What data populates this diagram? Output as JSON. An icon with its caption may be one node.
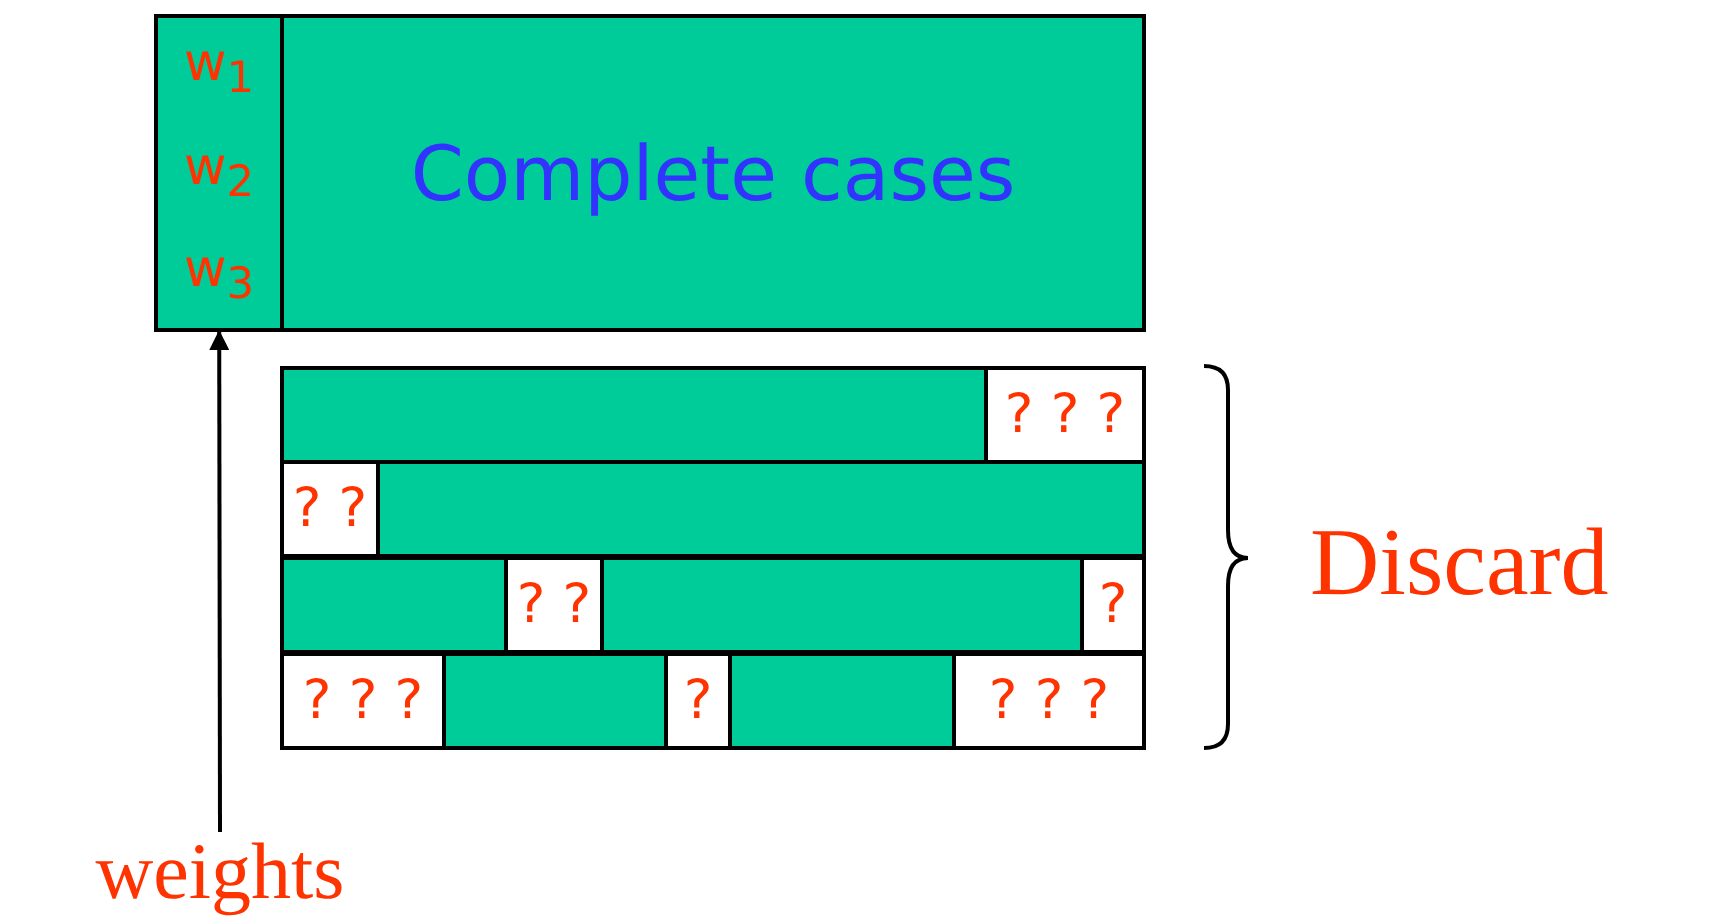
{
  "diagram": {
    "nodes": [
      {
        "text": [
          "w$_{1}$",
          "w$_{2}$",
          "w$_{3}$"
        ]
      },
      {
        "text": [
          "Complete cases"
        ]
      },
      {
        "text": [],
        "shape": "box"
      },
      {
        "text": [
          "? ? ?"
        ]
      },
      {
        "text": [
          "? ?"
        ]
      },
      {
        "text": [],
        "shape": "box"
      },
      {
        "text": [],
        "shape": "box"
      },
      {
        "text": [
          "? ?"
        ]
      },
      {
        "text": [],
        "shape": "box"
      },
      {
        "text": [
          "?"
        ]
      },
      {
        "text": [
          "? ? ?"
        ]
      },
      {
        "text": [],
        "shape": "box"
      },
      {
        "text": [
          "?"
        ]
      },
      {
        "text": [],
        "shape": "box"
      },
      {
        "text": [
          "? ? ?"
        ]
      },
      {
        "text": [
          "weights"
        ]
      }
    ],
    "edges": [
      {
        "from": 15,
        "to": 0,
        "arrow": "to"
      }
    ],
    "labels": [
      "Discard"
    ]
  }
}
